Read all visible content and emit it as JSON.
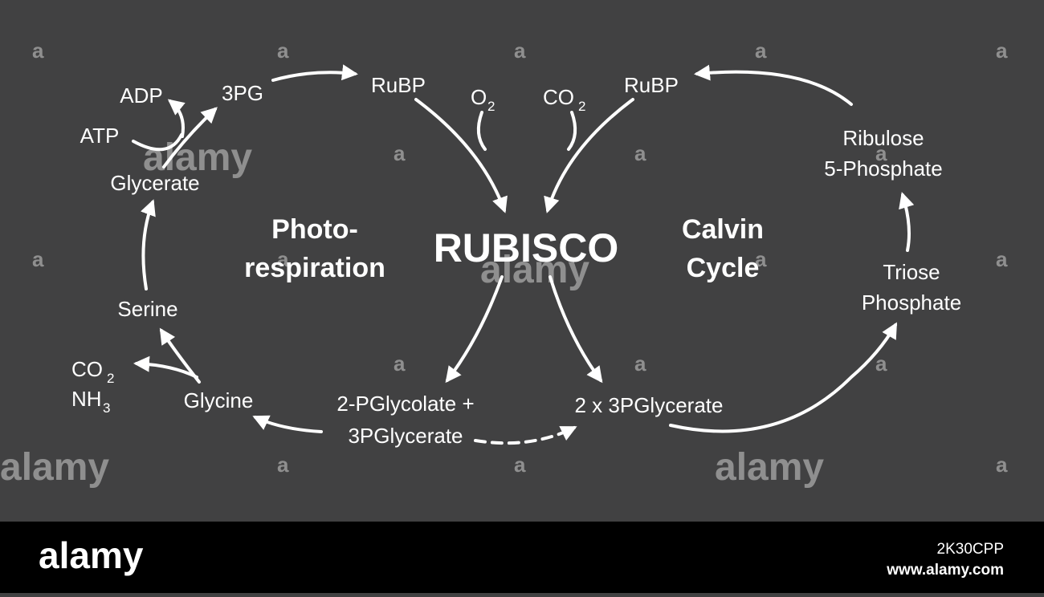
{
  "colors": {
    "background": "#414142",
    "footer": "#000000",
    "foreground": "#ffffff"
  },
  "labels": {
    "rubp_left": "RuBP",
    "rubp_right": "RuBP",
    "o2": "O",
    "o2_sub": "2",
    "co2_top": "CO",
    "co2_top_sub": "2",
    "pg3": "3PG",
    "adp": "ADP",
    "atp": "ATP",
    "glycerate": "Glycerate",
    "serine": "Serine",
    "glycine": "Glycine",
    "co2_side": "CO",
    "co2_side_sub": "2",
    "nh3": "NH",
    "nh3_sub": "3",
    "pglycolate_line1": "2-PGlycolate +",
    "pglycolate_line2": "3PGlycerate",
    "pglycerate_2x": "2 x 3PGlycerate",
    "triose_line1": "Triose",
    "triose_line2": "Phosphate",
    "ribulose_line1": "Ribulose",
    "ribulose_line2": "5-Phosphate"
  },
  "titles": {
    "center": "RUBISCO",
    "left_line1": "Photo-",
    "left_line2": "respiration",
    "right_line1": "Calvin",
    "right_line2": "Cycle"
  },
  "watermark": {
    "logo": "alamy",
    "image_code": "2K30CPP",
    "url": "www.alamy.com",
    "small_mark": "a"
  }
}
